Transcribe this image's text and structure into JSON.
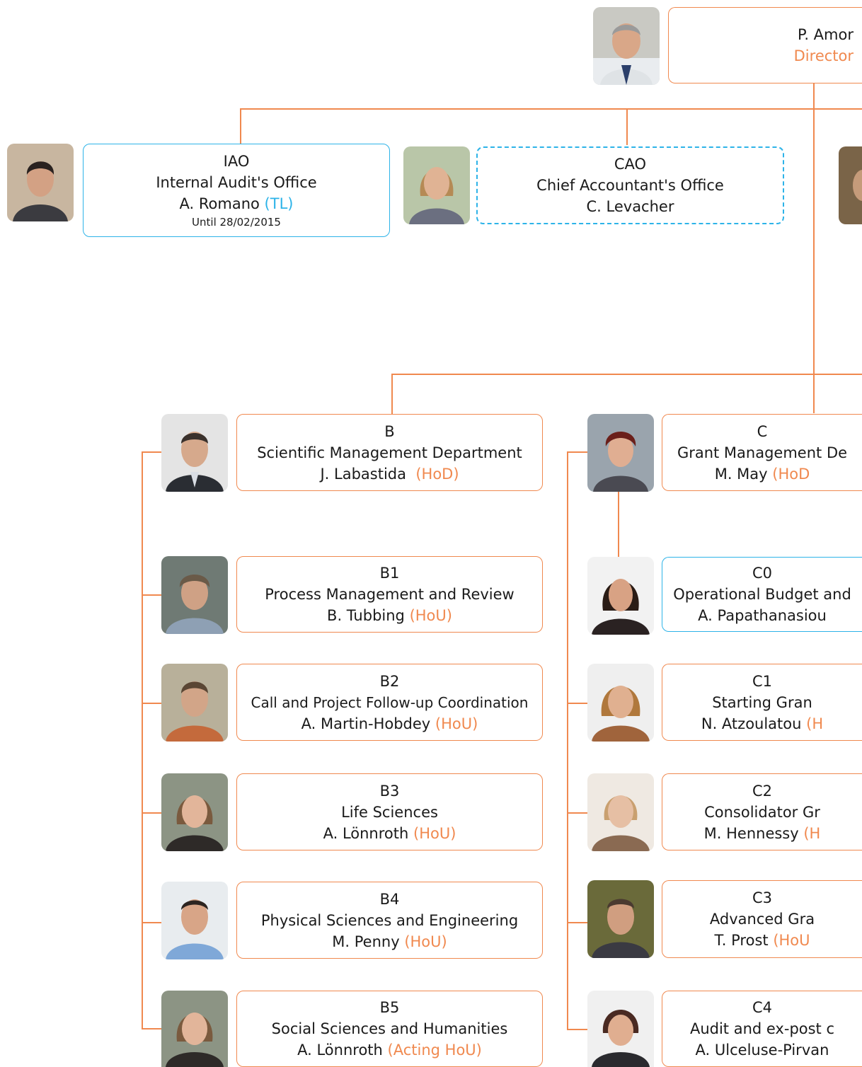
{
  "director": {
    "name": "P. Amor",
    "title": "Director"
  },
  "iao": {
    "code": "IAO",
    "name": "Internal Audit's Office",
    "person": "A. Romano",
    "role": "(TL)",
    "note": "Until 28/02/2015"
  },
  "cao": {
    "code": "CAO",
    "name": "Chief Accountant's Office",
    "person": "C. Levacher"
  },
  "dept_b": {
    "code": "B",
    "name": "Scientific Management Department",
    "person": "J. Labastida",
    "role": "(HoD)"
  },
  "dept_c": {
    "code": "C",
    "name": "Grant Management De",
    "person": "M. May",
    "role": "(HoD"
  },
  "b_units": [
    {
      "code": "B1",
      "name": "Process Management and Review",
      "person": "B. Tubbing",
      "role": "(HoU)"
    },
    {
      "code": "B2",
      "name": "Call and Project Follow-up Coordination",
      "person": "A. Martin-Hobdey",
      "role": "(HoU)"
    },
    {
      "code": "B3",
      "name": "Life Sciences",
      "person": "A. Lönnroth",
      "role": "(HoU)"
    },
    {
      "code": "B4",
      "name": "Physical Sciences and Engineering",
      "person": "M. Penny",
      "role": "(HoU)"
    },
    {
      "code": "B5",
      "name": "Social Sciences and Humanities",
      "person": "A. Lönnroth",
      "role": "(Acting HoU)"
    }
  ],
  "c_units": [
    {
      "code": "C0",
      "name": "Operational Budget and",
      "person": "A. Papathanasiou",
      "role": ""
    },
    {
      "code": "C1",
      "name": "Starting Gran",
      "person": "N. Atzoulatou",
      "role": "(H"
    },
    {
      "code": "C2",
      "name": "Consolidator Gr",
      "person": "M. Hennessy",
      "role": "(H"
    },
    {
      "code": "C3",
      "name": "Advanced Gra",
      "person": "T. Prost",
      "role": "(HoU"
    },
    {
      "code": "C4",
      "name": "Audit and ex-post c",
      "person": "A. Ulceluse-Pirvan",
      "role": ""
    }
  ],
  "colors": {
    "orange": "#f0894f",
    "blue": "#2db3e8",
    "text": "#1a1a1a"
  }
}
